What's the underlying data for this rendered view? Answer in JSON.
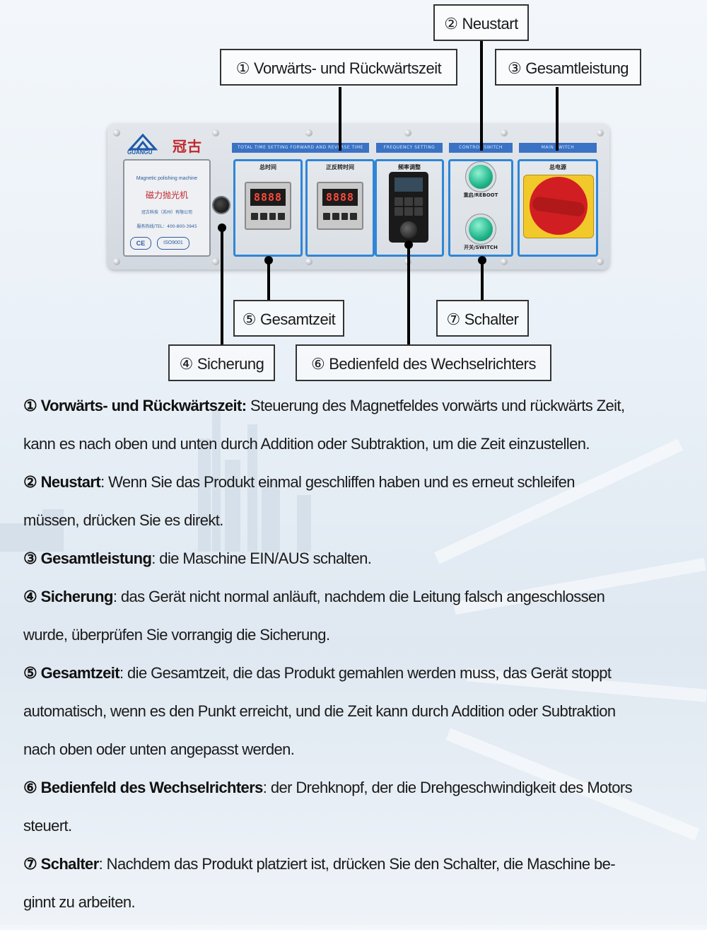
{
  "panel": {
    "brand_cn": "冠古",
    "brand_en": "GUANGU",
    "plate_title_en": "Magnetic polishing machine",
    "plate_title_cn": "磁力抛光机",
    "plate_company": "冠古科技（苏州）有限公司",
    "plate_hotline": "服务热线/TEL：400-800-3945",
    "plate_ce": "CE",
    "plate_iso": "ISO9001",
    "strip_time": "TOTAL TIME SETTING   FORWARD AND REVERSE TIME",
    "strip_freq": "FREQUENCY   SETTING",
    "strip_control": "CONTROL   SWITCH",
    "strip_main": "MAIN   SWITCH",
    "label_total_time": "总时间",
    "label_fwd_rev": "正反转时间",
    "label_freq": "频率调整",
    "label_reboot": "重启/REBOOT",
    "label_switch": "开关/SWITCH",
    "label_main_power": "总电源",
    "timer1_display": "8888",
    "timer2_display": "8888"
  },
  "callouts": {
    "c1": {
      "num": "①",
      "text": "Vorwärts- und Rückwärtszeit"
    },
    "c2": {
      "num": "②",
      "text": "Neustart"
    },
    "c3": {
      "num": "③",
      "text": "Gesamtleistung"
    },
    "c4": {
      "num": "④",
      "text": "Sicherung"
    },
    "c5": {
      "num": "⑤",
      "text": "Gesamtzeit"
    },
    "c6": {
      "num": "⑥",
      "text": "Bedienfeld des Wechselrichters"
    },
    "c7": {
      "num": "⑦",
      "text": "Schalter"
    }
  },
  "descriptions": [
    {
      "term": "① Vorwärts- und Rückwärtszeit:",
      "lines": [
        " Steuerung des Magnetfeldes vorwärts und rückwärts Zeit,",
        "kann es nach oben und unten durch Addition oder Subtraktion, um die Zeit einzustellen."
      ]
    },
    {
      "term": "② Neustart",
      "lines": [
        ": Wenn Sie das Produkt einmal geschliffen haben und es erneut schleifen",
        "müssen, drücken Sie es direkt."
      ]
    },
    {
      "term": "③ Gesamtleistung",
      "lines": [
        ": die Maschine EIN/AUS schalten."
      ]
    },
    {
      "term": "④ Sicherung",
      "lines": [
        ": das Gerät nicht normal anläuft, nachdem die Leitung falsch angeschlossen",
        "wurde, überprüfen Sie vorrangig die Sicherung."
      ]
    },
    {
      "term": "⑤ Gesamtzeit",
      "lines": [
        ": die Gesamtzeit, die das Produkt gemahlen werden muss, das Gerät stoppt",
        "automatisch, wenn es den Punkt erreicht, und die Zeit kann durch Addition oder Subtraktion",
        "nach oben oder unten angepasst werden."
      ]
    },
    {
      "term": "⑥ Bedienfeld des Wechselrichters",
      "lines": [
        ": der Drehknopf, der die Drehgeschwindigkeit des Motors",
        "steuert."
      ]
    },
    {
      "term": "⑦ Schalter",
      "lines": [
        ": Nachdem das Produkt platziert ist, drücken Sie den Schalter, die Maschine be-",
        "ginnt zu arbeiten."
      ]
    }
  ]
}
